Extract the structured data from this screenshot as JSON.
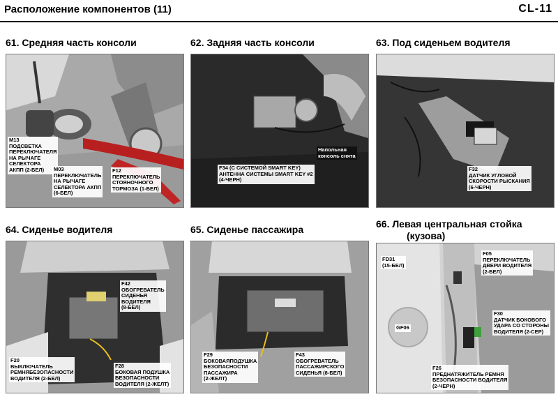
{
  "header": {
    "title": "Расположение компонентов (11)",
    "code": "CL-11"
  },
  "panels": [
    {
      "title": "61. Средняя часть консоли",
      "labels": [
        "M13\nПОДСВЕТКА\nПЕРЕКЛЮЧАТЕЛЯ\nНА РЫЧАГЕ\nСЕЛЕКТОРА\nАКПП (2-БЕЛ)",
        "M03\nПЕРЕКЛЮЧАТЕЛЬ\nНА РЫЧАГЕ\nСЕЛЕКТОРА АКПП\n(6-БЕЛ)",
        "F12\nПЕРЕКЛЮЧАТЕЛЬ\nСТОЯНОЧНОГО\nТОРМОЗА (1-БЕЛ)"
      ]
    },
    {
      "title": "62. Задняя часть консоли",
      "labels": [
        "Напольная\nконсоль снята",
        "F34 (С СИСТЕМОЙ SMART KEY)\nАНТЕННА СИСТЕМЫ SMART KEY #2\n(4-ЧЕРН)"
      ]
    },
    {
      "title": "63. Под сиденьем водителя",
      "labels": [
        "F32\nДАТЧИК УГЛОВОЙ\nСКОРОСТИ РЫСКАНИЯ\n(6-ЧЕРН)"
      ]
    },
    {
      "title": "64. Сиденье водителя",
      "labels": [
        "F42\nОБОГРЕВАТЕЛЬ\nСИДЕНЬЯ\nВОДИТЕЛЯ\n(8-БЕЛ)",
        "F20\nВЫКЛЮЧАТЕЛЬ\nРЕМНЯБЕЗОПАСНОСТИ\nВОДИТЕЛЯ (2-БЕЛ)",
        "F28\nБОКОВАЯ ПОДУШКА\nБЕЗОПАСНОСТИ\nВОДИТЕЛЯ (2-ЖЕЛТ)"
      ]
    },
    {
      "title": "65. Сиденье пассажира",
      "labels": [
        "F29\nБОКОВАЯПОДУШКА\nБЕЗОПАСНОСТИ\nПАССАЖИРА\n(2-ЖЕЛТ)",
        "F43\nОБОГРЕВАТЕЛЬ\nПАССАЖИРСКОГО\nСИДЕНЬЯ (8-БЕЛ)"
      ]
    },
    {
      "title": "66. Левая центральная стойка",
      "subtitle": "(кузова)",
      "labels": [
        "FD31\n(15-БЕЛ)",
        "F05\nПЕРЕКЛЮЧАТЕЛЬ\nДВЕРИ ВОДИТЕЛЯ\n(2-БЕЛ)",
        "F30\nДАТЧИК БОКОВОГО\nУДАРА СО СТОРОНЫ\nВОДИТЕЛЯ (2-СЕР)",
        "GF06",
        "F26\nПРЕДНАТЯЖИТЕЛЬ РЕМНЯ\nБЕЗОПАСНОСТИ ВОДИТЕЛЯ\n(2-ЧЕРН)"
      ]
    }
  ]
}
